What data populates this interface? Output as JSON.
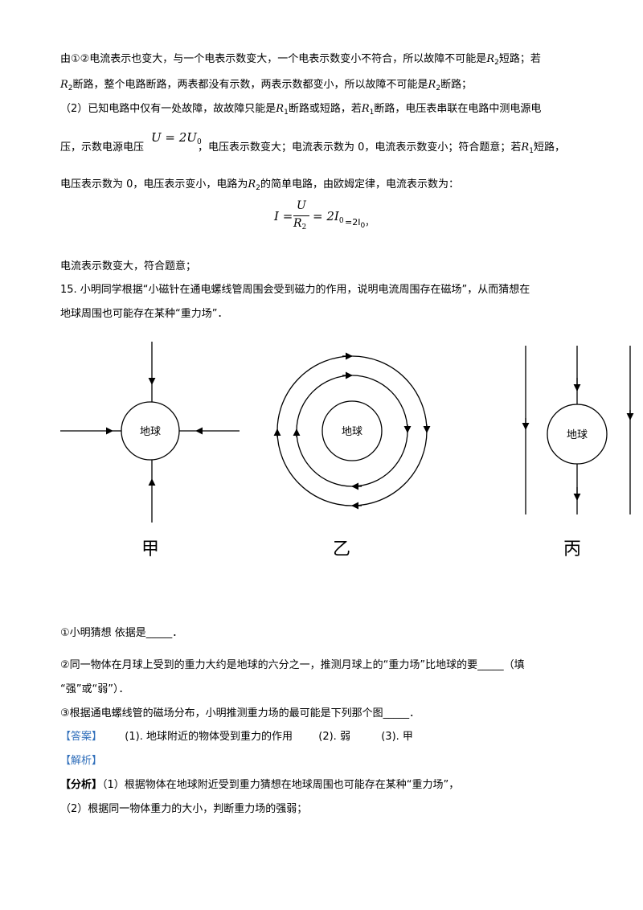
{
  "lines": {
    "l1": "由①②电流表示也变大，与一个电表示数变大，一个电表示数变小不符合，所以故障不可能是",
    "l1_r": "R",
    "l1_sub": "2",
    "l1_b": "短路；若",
    "l2_r": "R",
    "l2_sub": "2",
    "l2_a": "断路，整个电路断路，两表都没有示数，两表示数都变小，所以故障不可能是",
    "l2_r2": "R",
    "l2_sub2": "2",
    "l2_b": "断路；",
    "l3_a": "（2）已知电路中仅有一处故障，故故障只能是",
    "l3_r": "R",
    "l3_sub": "1",
    "l3_b": "断路或短路，若",
    "l3_r2": "R",
    "l3_sub2": "1",
    "l3_c": "断路，电压表串联在电路中测电源电",
    "l4_a": "压，示数电源电压",
    "l4_formula": "U = 2U",
    "l4_formula_sub": "0",
    "l4_b": "，电压表示数变大；电流表示数为 0，电流表示数变小；符合题意；若",
    "l4_r": "R",
    "l4_sub": "1",
    "l4_c": "短路，",
    "l5_a": "电压表示数为 0，电压表示变小，电路为",
    "l5_r": "R",
    "l5_sub": "2",
    "l5_b": "的简单电路，由欧姆定律，电流表示数为：",
    "f_I": "I =",
    "f_num": "U",
    "f_den": "R",
    "f_den_sub": "2",
    "f_eq": "= 2I",
    "f_eq_sub": "0",
    "f_tail": "=2I",
    "f_tail_sub": "0",
    "f_tail_end": "，",
    "l6": "电流表示数变大，符合题意；",
    "l7": "15. 小明同学根据“小磁针在通电螺线管周围会受到磁力的作用，说明电流周围存在磁场”，从而猜想在",
    "l8": "地球周围也可能存在某种“重力场”．",
    "q1": "①小明猜想   依据是_____．",
    "q2": "②同一物体在月球上受到的重力大约是地球的六分之一，推测月球上的“重力场”比地球的要_____（填",
    "q2b": "“强”或“弱”）．",
    "q3": "③根据通电螺线管的磁场分布，小明推测重力场的最可能是下列那个图_____．",
    "ans_tag": "【答案】",
    "ans1": "(1). 地球附近的物体受到重力的作用",
    "ans2": "(2). 弱",
    "ans3": "(3). 甲",
    "jx_tag": "【解析】",
    "fx_tag": "【分析】",
    "fx1": "（1）根据物体在地球附近受到重力猜想在地球周围也可能存在某种“重力场”，",
    "fx2": "（2）根据同一物体重力的大小，判断重力场的强弱；"
  },
  "figures": {
    "earth_label": "地球",
    "caption_jia": "甲",
    "caption_yi": "乙",
    "caption_bing": "丙"
  }
}
